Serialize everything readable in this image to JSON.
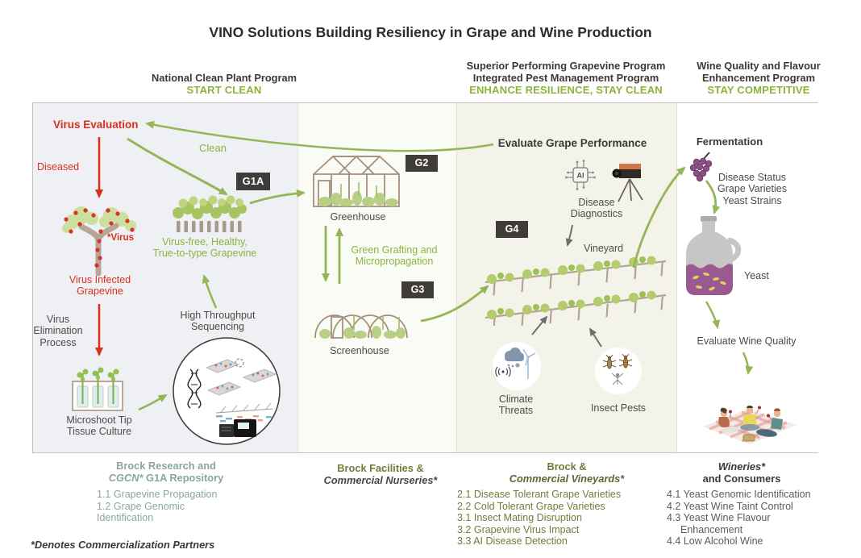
{
  "title": "VINO Solutions Building Resiliency in Grape and Wine Production",
  "headers": {
    "ncpp": {
      "line1": "National Clean Plant Program",
      "tagline": "START CLEAN"
    },
    "spgp": {
      "line1": "Superior Performing Grapevine Program",
      "line2": "Integrated Pest Management Program",
      "tagline": "ENHANCE RESILIENCE, STAY CLEAN"
    },
    "wqfep": {
      "line1": "Wine Quality and Flavour",
      "line2": "Enhancement Program",
      "tagline": "STAY COMPETITIVE"
    }
  },
  "stage1": {
    "virus_evaluation": "Virus Evaluation",
    "diseased": "Diseased",
    "virus_marker": "*Virus",
    "virus_infected": "Virus Infected\nGrapevine",
    "virus_elimination": "Virus\nElimination\nProcess",
    "microshoot": "Microshoot Tip\nTissue Culture",
    "clean": "Clean",
    "badge_g1a": "G1A",
    "virus_free": "Virus-free, Healthy,\nTrue-to-type Grapevine",
    "high_throughput": "High Throughput\nSequencing"
  },
  "stage2": {
    "badge_g2": "G2",
    "greenhouse": "Greenhouse",
    "grafting": "Green Grafting and\nMicropropagation",
    "badge_g3": "G3",
    "screenhouse": "Screenhouse"
  },
  "stage3": {
    "evaluate": "Evaluate Grape Performance",
    "ai": "AI",
    "disease_diagnostics": "Disease\nDiagnostics",
    "vineyard": "Vineyard",
    "badge_g4": "G4",
    "climate": "Climate\nThreats",
    "insects": "Insect Pests"
  },
  "stage4": {
    "fermentation": "Fermentation",
    "inputs": "Disease Status\nGrape Varieties\nYeast Strains",
    "yeast": "Yeast",
    "evaluate": "Evaluate Wine Quality"
  },
  "footer": {
    "col1": {
      "title1": "Brock Research and",
      "title2_italic": "CGCN*",
      "title2_rest": " G1A Repository",
      "items": [
        "1.1 Grapevine Propagation",
        "1.2 Grape Genomic Identification"
      ]
    },
    "col2": {
      "title1": "Brock Facilities &",
      "title2": "Commercial Nurseries*"
    },
    "col3": {
      "title1": "Brock &",
      "title2": "Commercial Vineyards*",
      "items": [
        "2.1 Disease Tolerant Grape Varieties",
        "2.2 Cold Tolerant Grape Varieties",
        "3.1 Insect Mating Disruption",
        "3.2 Grapevine Virus Impact",
        "3.3 AI Disease Detection"
      ]
    },
    "col4": {
      "title1": "Wineries*",
      "title2": "and Consumers",
      "items": [
        "4.1 Yeast Genomic Identification",
        "4.2 Yeast Wine Taint Control",
        "4.3 Yeast Wine Flavour Enhancement",
        "4.4 Low Alcohol Wine"
      ]
    },
    "footnote": "*Denotes Commercialization Partners"
  },
  "colors": {
    "accent_green": "#8CB43D",
    "alert_red": "#D8301F",
    "teal": "#8AA5A3",
    "olive": "#6F7D39",
    "badge_bg": "#3F3C39"
  }
}
